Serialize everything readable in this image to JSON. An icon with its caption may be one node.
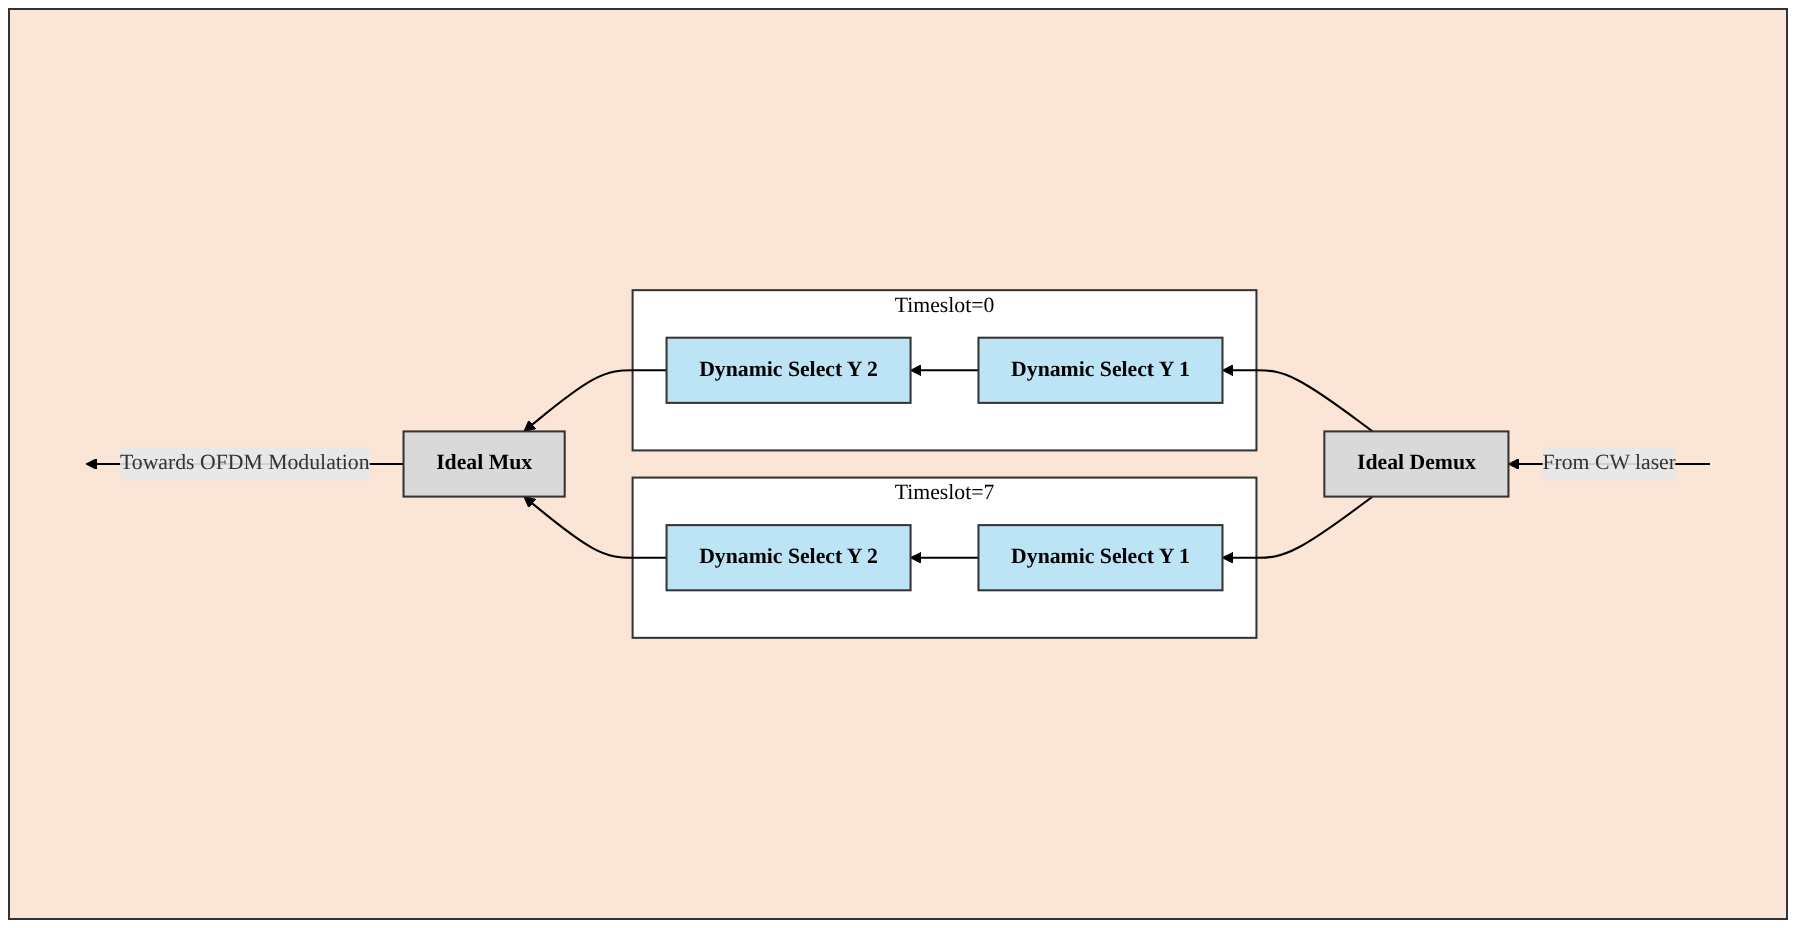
{
  "diagram": {
    "nodes": [
      {
        "text": [
          "Ideal Mux"
        ]
      },
      {
        "text": [
          "Timeslot=0"
        ]
      },
      {
        "text": [
          "Dynamic Select Y 2"
        ],
        "in": 1
      },
      {
        "text": [
          "Dynamic Select Y 1"
        ],
        "in": 1
      },
      {
        "text": [
          "Ideal Demux"
        ]
      },
      {
        "text": [
          "Timeslot=7"
        ]
      },
      {
        "text": [
          "Dynamic Select Y 2"
        ],
        "in": 5
      },
      {
        "text": [
          "Dynamic Select Y 1"
        ],
        "in": 5
      }
    ],
    "edges": [
      {
        "from": null,
        "to": 4,
        "arrow": "to",
        "label": "From CW laser"
      },
      {
        "from": 4,
        "to": 3,
        "arrow": "to"
      },
      {
        "from": 3,
        "to": 2,
        "arrow": "to"
      },
      {
        "from": 2,
        "to": 0,
        "arrow": "to"
      },
      {
        "from": 4,
        "to": 7,
        "arrow": "to"
      },
      {
        "from": 7,
        "to": 6,
        "arrow": "to"
      },
      {
        "from": 6,
        "to": 0,
        "arrow": "to"
      },
      {
        "from": 0,
        "to": null,
        "arrow": "to",
        "label": "Towards OFDM Modulation"
      }
    ]
  }
}
